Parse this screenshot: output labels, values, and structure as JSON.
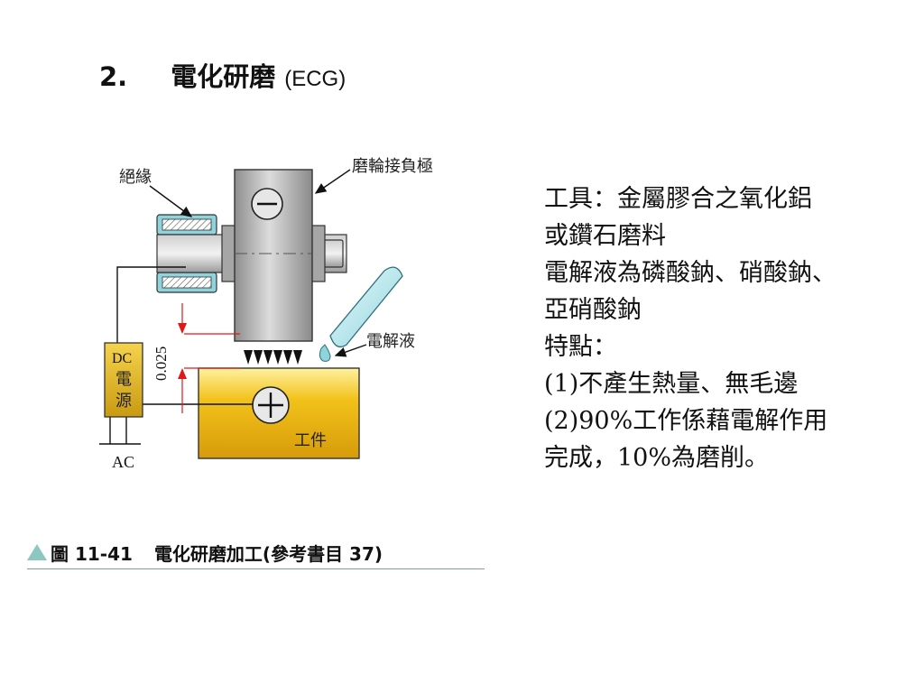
{
  "slide": {
    "title_number": "2.",
    "title_chinese": "電化研磨",
    "title_latin": "(ECG)"
  },
  "diagram": {
    "labels": {
      "insulation": "絕緣",
      "wheel_negative": "磨輪接負極",
      "electrolyte": "電解液",
      "workpiece": "工件",
      "gap": "0.025",
      "dc_line1": "DC",
      "dc_line2": "電",
      "dc_line3": "源",
      "ac": "AC",
      "minus": "−",
      "plus": "+"
    }
  },
  "caption": {
    "figure_number": "圖 11-41",
    "text": "電化研磨加工(參考書目 37)"
  },
  "notes": {
    "lines": [
      "工具：金屬膠合之氧化鋁",
      "或鑽石磨料",
      "電解液為磷酸鈉、硝酸鈉、",
      "亞硝酸鈉",
      "特點：",
      "(1)不產生熱量、無毛邊",
      "(2)90%工作係藉電解作用",
      "完成，10%為磨削。"
    ]
  },
  "colors": {
    "workpiece_yellow": "#f2c21a",
    "dc_box_yellow": "#e9b820",
    "wheel_gray": "#b5b5b5",
    "nozzle_cyan": "#bfe8ec",
    "dimension_red": "#e01818",
    "caption_triangle": "#8cc7c2"
  }
}
